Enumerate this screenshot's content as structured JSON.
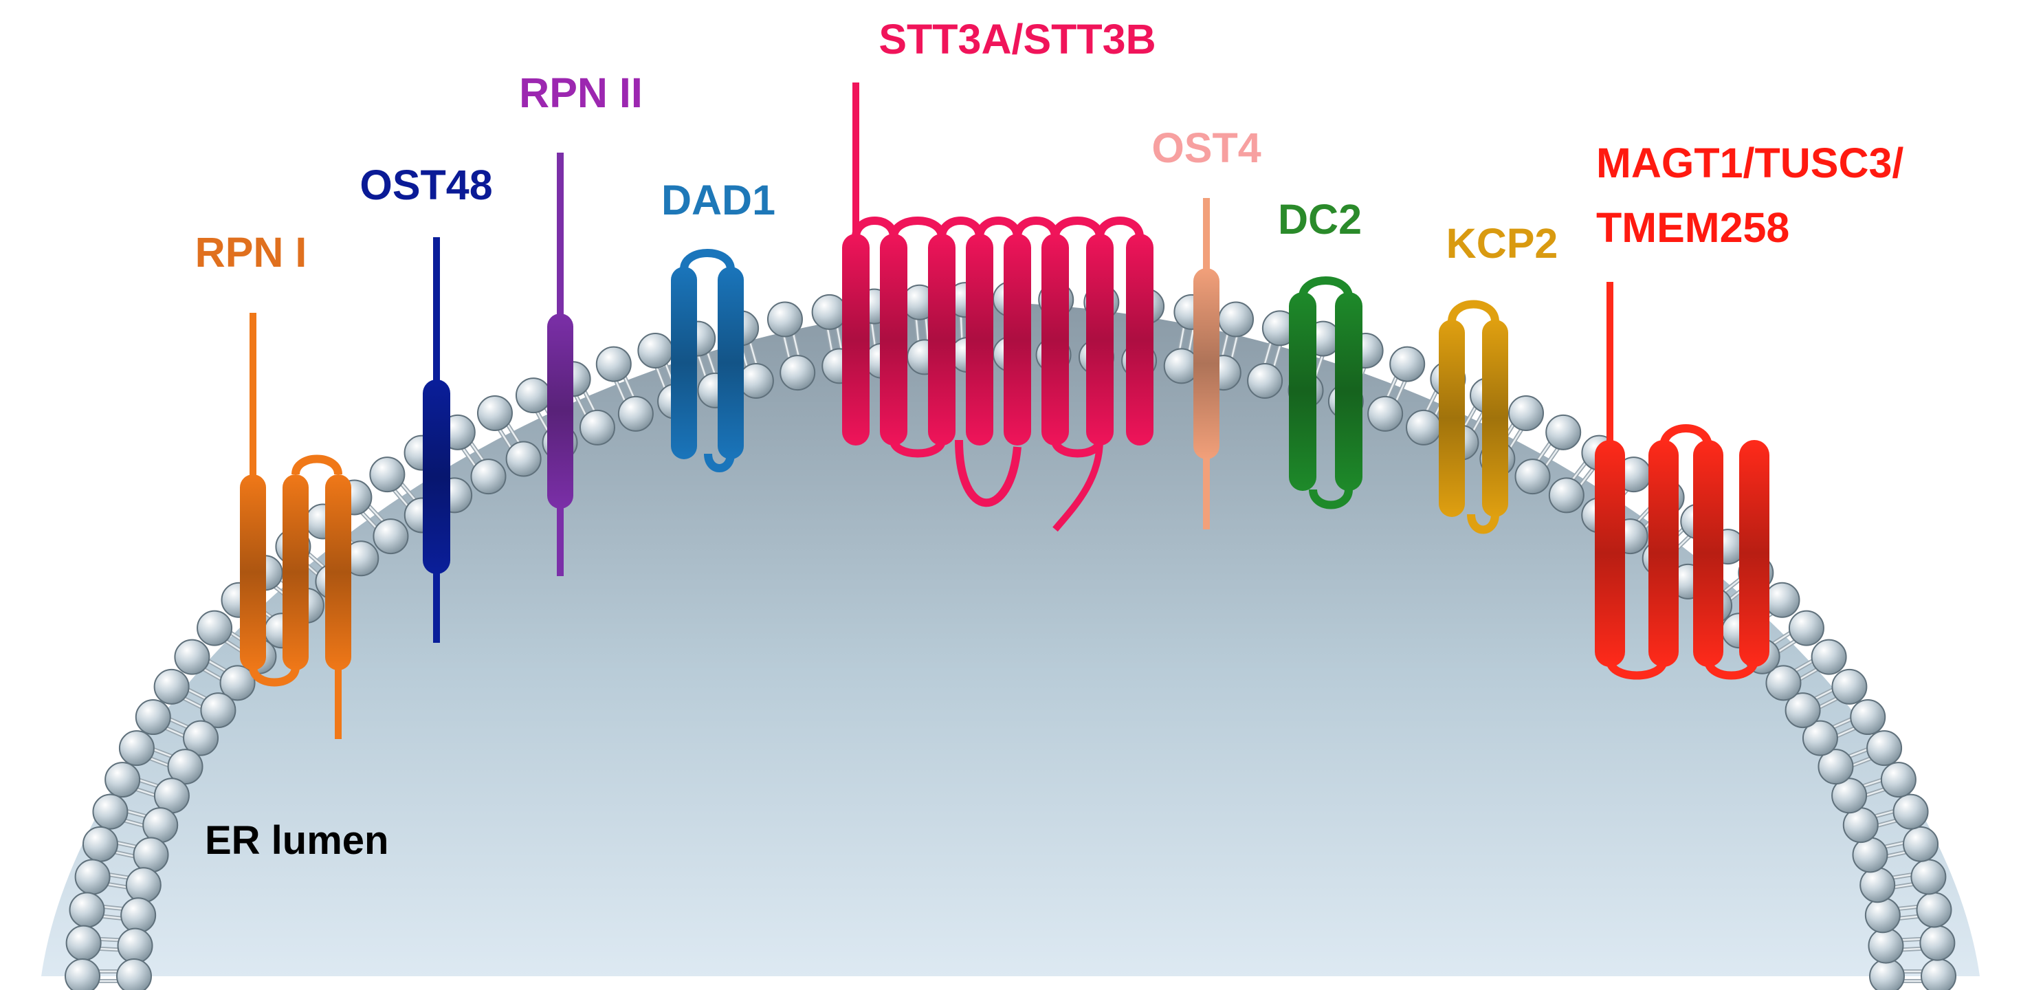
{
  "title": "",
  "compartment": {
    "label": "ER lumen"
  },
  "proteins": [
    {
      "id": "rpn1",
      "label": "RPN I",
      "color": "#F07818",
      "tm_segments": 3,
      "topology": "type I, 3 TM"
    },
    {
      "id": "ost48",
      "label": "OST48",
      "color": "#0A1E9A",
      "tm_segments": 1,
      "topology": "single-pass"
    },
    {
      "id": "rpn2",
      "label": "RPN II",
      "color": "#7B2FA8",
      "tm_segments": 1,
      "topology": "single-pass"
    },
    {
      "id": "dad1",
      "label": "DAD1",
      "color": "#1A75BB",
      "tm_segments": 2,
      "topology": "hairpin"
    },
    {
      "id": "stt3",
      "label": "STT3A/STT3B",
      "color": "#F0145A",
      "tm_segments": 8,
      "topology": "polytopic"
    },
    {
      "id": "ost4",
      "label": "OST4",
      "color": "#F2A07A",
      "tm_segments": 1,
      "topology": "single-pass"
    },
    {
      "id": "dc2",
      "label": "DC2",
      "color": "#1E8A2A",
      "tm_segments": 2,
      "topology": "hairpin"
    },
    {
      "id": "kcp2",
      "label": "KCP2",
      "color": "#E0A010",
      "tm_segments": 2,
      "topology": "hairpin"
    },
    {
      "id": "magt1",
      "label": "MAGT1/TUSC3/",
      "label2": "TMEM258",
      "color": "#FF2A1A",
      "tm_segments": 4,
      "topology": "polytopic"
    }
  ],
  "label_colors": {
    "rpn1": "#E0701E",
    "ost48": "#0A1A96",
    "rpn2": "#9C27B0",
    "dad1": "#1E78B8",
    "stt3": "#F0145A",
    "ost4": "#F7A0A0",
    "dc2": "#2A8A2A",
    "kcp2": "#D99A10",
    "magt1": "#FF1A10"
  }
}
